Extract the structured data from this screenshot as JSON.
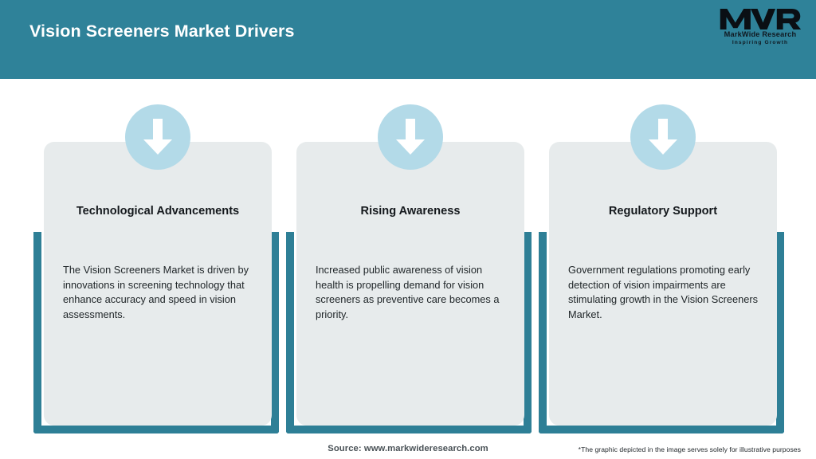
{
  "header": {
    "title": "Vision Screeners Market Drivers",
    "background_color": "#2F8299",
    "title_color": "#FFFFFF"
  },
  "logo": {
    "mark": "MWR",
    "name": "MarkWide Research",
    "tagline": "Inspiring Growth"
  },
  "theme": {
    "teal": "#2E7F96",
    "card_background": "#E7EBEC",
    "badge_background": "#B3DAE8",
    "arrow_color": "#FFFFFF",
    "page_background": "#FFFFFF"
  },
  "cards": [
    {
      "icon": "down-arrow-icon",
      "title": "Technological Advancements",
      "body": "The Vision Screeners Market is driven by innovations in screening technology that enhance accuracy and speed in vision assessments."
    },
    {
      "icon": "down-arrow-icon",
      "title": "Rising Awareness",
      "body": "Increased public awareness of vision health is propelling demand for vision screeners as preventive care becomes a priority."
    },
    {
      "icon": "down-arrow-icon",
      "title": "Regulatory Support",
      "body": "Government regulations promoting early detection of vision impairments are stimulating growth in the Vision Screeners Market."
    }
  ],
  "footer": {
    "source": "Source: www.markwideresearch.com",
    "disclaimer": "*The graphic depicted in the image serves solely for illustrative purposes"
  }
}
